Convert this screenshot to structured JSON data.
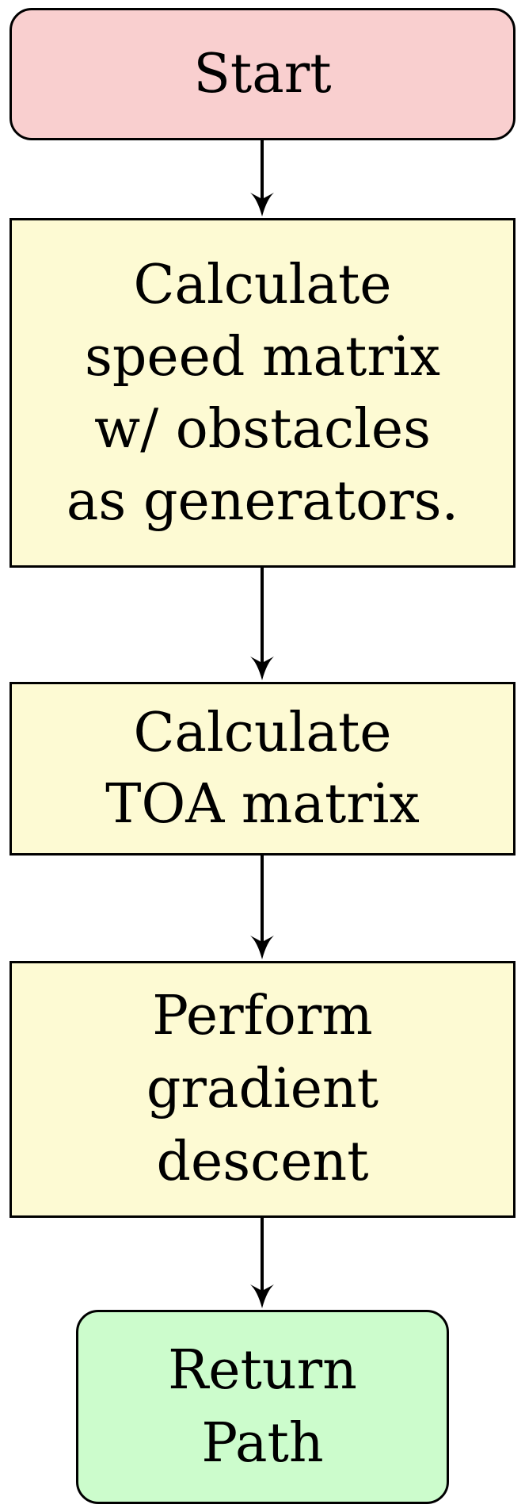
{
  "colors": {
    "start_fill": "#f9cfcf",
    "process_fill": "#fdfad3",
    "end_fill": "#ccfccc",
    "stroke": "#000000"
  },
  "nodes": {
    "start": {
      "lines": [
        "Start"
      ]
    },
    "speed_matrix": {
      "lines": [
        "Calculate",
        "speed matrix",
        "w/ obstacles",
        "as generators."
      ]
    },
    "toa_matrix": {
      "lines": [
        "Calculate",
        "TOA matrix"
      ]
    },
    "gradient": {
      "lines": [
        "Perform",
        "gradient",
        "descent"
      ]
    },
    "return_path": {
      "lines": [
        "Return",
        "Path"
      ]
    }
  },
  "edges": [
    {
      "from": "start",
      "to": "speed_matrix"
    },
    {
      "from": "speed_matrix",
      "to": "toa_matrix"
    },
    {
      "from": "toa_matrix",
      "to": "gradient"
    },
    {
      "from": "gradient",
      "to": "return_path"
    }
  ]
}
